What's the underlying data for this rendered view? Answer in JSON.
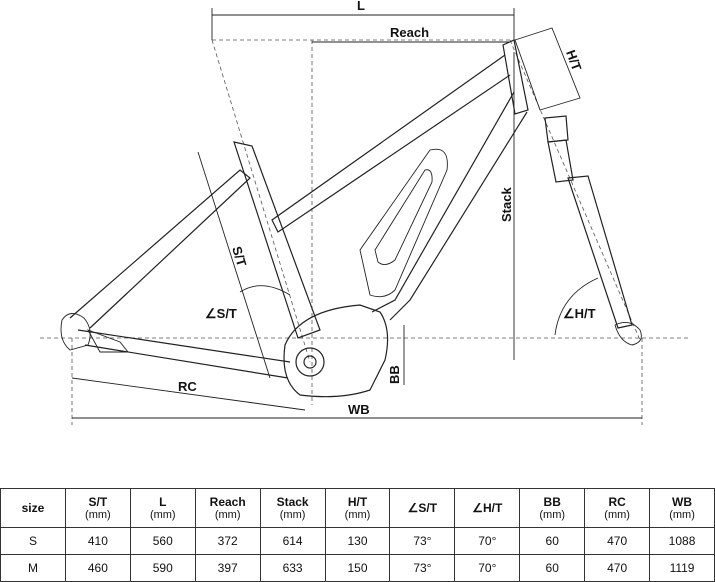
{
  "diagram": {
    "labels": {
      "L": "L",
      "reach": "Reach",
      "ht": "H/T",
      "stack": "Stack",
      "st": "S/T",
      "st_angle": "∠S/T",
      "ht_angle": "∠H/T",
      "bb": "BB",
      "rc": "RC",
      "wb": "WB"
    }
  },
  "table": {
    "columns": [
      {
        "label": "size",
        "unit": ""
      },
      {
        "label": "S/T",
        "unit": "(mm)"
      },
      {
        "label": "L",
        "unit": "(mm)"
      },
      {
        "label": "Reach",
        "unit": "(mm)"
      },
      {
        "label": "Stack",
        "unit": "(mm)"
      },
      {
        "label": "H/T",
        "unit": "(mm)"
      },
      {
        "label": "∠S/T",
        "unit": ""
      },
      {
        "label": "∠H/T",
        "unit": ""
      },
      {
        "label": "BB",
        "unit": "(mm)"
      },
      {
        "label": "RC",
        "unit": "(mm)"
      },
      {
        "label": "WB",
        "unit": "(mm)"
      }
    ],
    "rows": [
      [
        "S",
        "410",
        "560",
        "372",
        "614",
        "130",
        "73°",
        "70°",
        "60",
        "470",
        "1088"
      ],
      [
        "M",
        "460",
        "590",
        "397",
        "633",
        "150",
        "73°",
        "70°",
        "60",
        "470",
        "1119"
      ]
    ]
  }
}
